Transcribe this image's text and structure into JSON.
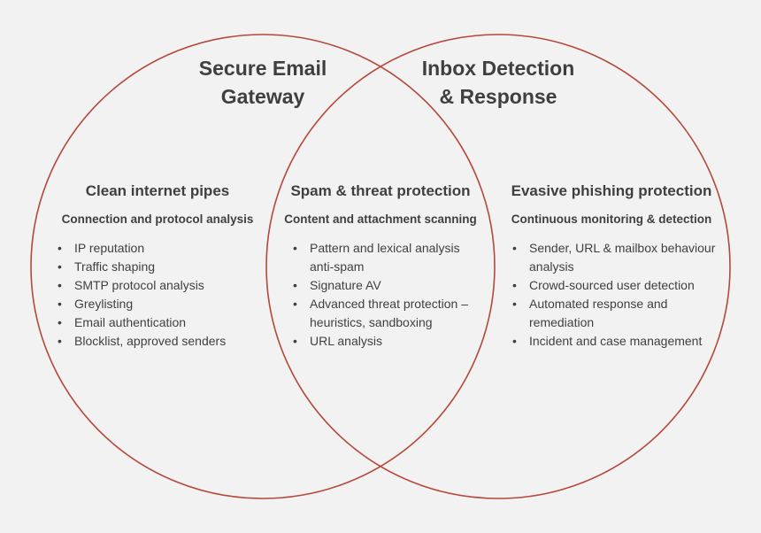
{
  "colors": {
    "background": "#f2f2f2",
    "circle_stroke": "#b5483a",
    "text": "#3f3f3f"
  },
  "circles": {
    "left": {
      "title_line1": "Secure Email",
      "title_line2": "Gateway"
    },
    "right": {
      "title_line1": "Inbox Detection",
      "title_line2": "& Response"
    }
  },
  "regions": {
    "left": {
      "heading": "Clean internet pipes",
      "subheading": "Connection and protocol analysis",
      "items": [
        "IP reputation",
        "Traffic shaping",
        "SMTP protocol analysis",
        "Greylisting",
        "Email authentication",
        "Blocklist, approved senders"
      ]
    },
    "overlap": {
      "heading": "Spam & threat protection",
      "subheading": "Content and attachment scanning",
      "items": [
        "Pattern and lexical analysis anti-spam",
        "Signature AV",
        "Advanced threat protection – heuristics, sandboxing",
        "URL analysis"
      ]
    },
    "right": {
      "heading": "Evasive phishing protection",
      "subheading": "Continuous monitoring & detection",
      "items": [
        "Sender, URL & mailbox behaviour analysis",
        "Crowd-sourced user detection",
        "Automated response and remediation",
        "Incident and case management"
      ]
    }
  }
}
